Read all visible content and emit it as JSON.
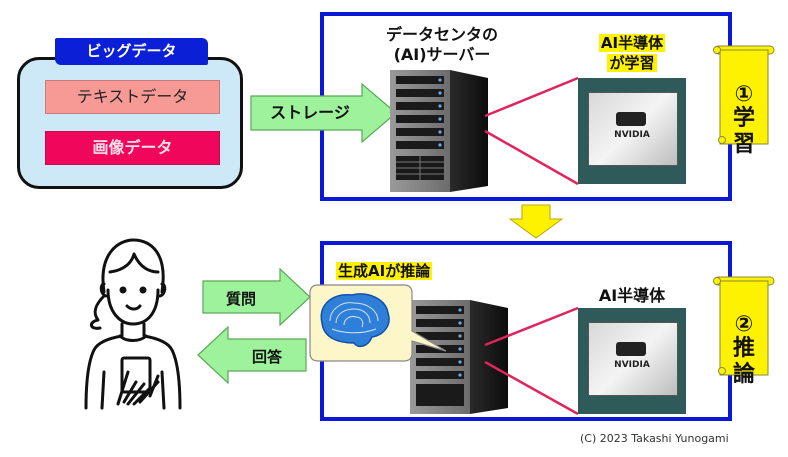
{
  "big_data": {
    "title": "ビッグデータ",
    "items": [
      {
        "label": "テキストデータ",
        "color": "#f79a95"
      },
      {
        "label": "画像データ",
        "color": "#f0065a"
      }
    ]
  },
  "arrows": {
    "storage": "ストレージ",
    "question": "質問",
    "answer": "回答",
    "arrow_color": "#9df29b",
    "flow_arrow_color": "#fff200"
  },
  "training_panel": {
    "server_label_line1": "データセンタの",
    "server_label_line2": "(AI)サーバー",
    "chip_label_line1": "AI半導体",
    "chip_label_line2": "が学習",
    "chip_brand": "NVIDIA",
    "scroll_number": "①",
    "scroll_line1": "学",
    "scroll_line2": "習"
  },
  "inference_panel": {
    "gen_ai_label": "生成AIが推論",
    "chip_label": "AI半導体",
    "chip_brand": "NVIDIA",
    "scroll_number": "②",
    "scroll_line1": "推",
    "scroll_line2": "論"
  },
  "colors": {
    "panel_border": "#0a18d8",
    "highlight": "#fff200",
    "connector": "#e0245e",
    "chip_substrate": "#2f5a5a"
  },
  "copyright": "(C)  2023 Takashi Yunogami"
}
